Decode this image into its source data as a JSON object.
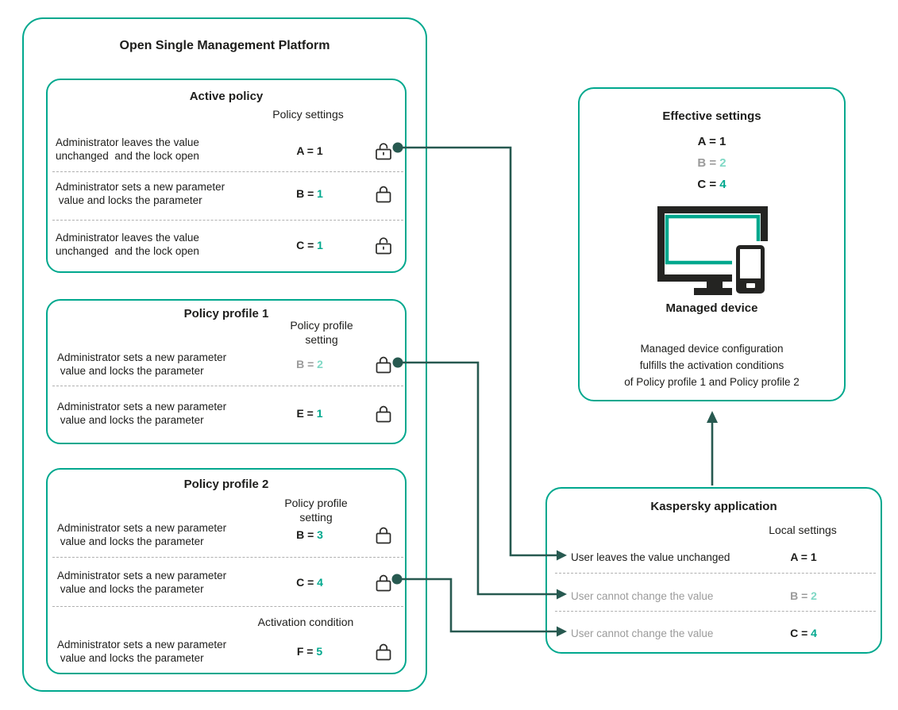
{
  "colors": {
    "teal_border": "#00A88E",
    "dark_green_connector": "#275950",
    "light_teal_value": "#7FD8C5",
    "gray_text": "#9B9B9B",
    "black_text": "#1D1D1B"
  },
  "platform": {
    "title": "Open Single Management Platform",
    "active_policy": {
      "title": "Active policy",
      "column_label": "Policy settings",
      "rows": [
        {
          "desc1": "Administrator leaves the value",
          "desc2": "unchanged  and the lock open",
          "param": "A = ",
          "value": "1",
          "lock": "open"
        },
        {
          "desc1": "Administrator sets a new parameter",
          "desc2": " value and locks the parameter",
          "param": "B = ",
          "value": "1",
          "lock": "locked"
        },
        {
          "desc1": "Administrator leaves the value",
          "desc2": "unchanged  and the lock open",
          "param": "C = ",
          "value": "1",
          "lock": "open"
        }
      ]
    },
    "policy_profile_1": {
      "title": "Policy profile 1",
      "column_label1": "Policy profile",
      "column_label2": "setting",
      "rows": [
        {
          "desc1": "Administrator sets a new parameter",
          "desc2": " value and locks the parameter",
          "param": "B = ",
          "value": "2",
          "lock": "locked"
        },
        {
          "desc1": "Administrator sets a new parameter",
          "desc2": " value and locks the parameter",
          "param": "E = ",
          "value": "1",
          "lock": "locked"
        }
      ]
    },
    "policy_profile_2": {
      "title": "Policy profile 2",
      "column_label1": "Policy profile",
      "column_label2": "setting",
      "activation_label": "Activation condition",
      "rows": [
        {
          "desc1": "Administrator sets a new parameter",
          "desc2": " value and locks the parameter",
          "param": "B = ",
          "value": "3",
          "lock": "locked"
        },
        {
          "desc1": "Administrator sets a new parameter",
          "desc2": " value and locks the parameter",
          "param": "C = ",
          "value": "4",
          "lock": "locked"
        },
        {
          "desc1": "Administrator sets a new parameter",
          "desc2": " value and locks the parameter",
          "param": "F = ",
          "value": "5",
          "lock": "locked"
        }
      ]
    }
  },
  "effective_settings": {
    "title": "Effective settings",
    "values": [
      {
        "param": "A = ",
        "value": "1"
      },
      {
        "param": "B = ",
        "value": "2"
      },
      {
        "param": "C = ",
        "value": "4"
      }
    ],
    "device_label": "Managed device",
    "note1": "Managed device configuration",
    "note2": "fulfills the activation conditions",
    "note3": "of Policy profile 1 and Policy profile 2"
  },
  "kaspersky_application": {
    "title": "Kaspersky application",
    "column_label": "Local settings",
    "rows": [
      {
        "desc": "User leaves the value unchanged",
        "param": "A = ",
        "value": "1"
      },
      {
        "desc": "User cannot change the value",
        "param": "B = ",
        "value": "2"
      },
      {
        "desc": "User cannot change the value",
        "param": "C = ",
        "value": "4"
      }
    ]
  },
  "connections": [
    {
      "from": "Active policy A = 1",
      "to": "Kaspersky application A = 1"
    },
    {
      "from": "Policy profile 1 B = 2",
      "to": "Kaspersky application B = 2"
    },
    {
      "from": "Policy profile 2 C = 4",
      "to": "Kaspersky application C = 4"
    },
    {
      "from": "Kaspersky application",
      "to": "Effective settings"
    }
  ]
}
